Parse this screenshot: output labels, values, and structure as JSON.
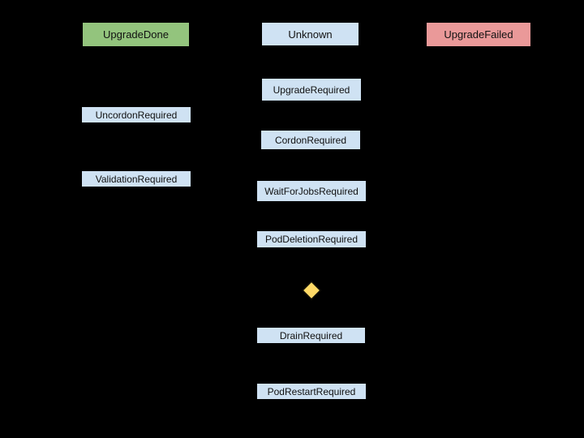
{
  "diagram": {
    "description": "Node upgrade state machine diagram on black background; connector arrows are black and not visible",
    "background_color": "#000000",
    "colors": {
      "done_fill": "#93c47d",
      "state_fill": "#cfe2f3",
      "failed_fill": "#ea9999",
      "decision_fill": "#ffd966",
      "border": "#000000",
      "text": "#111111"
    },
    "nodes": {
      "upgrade_done": {
        "label": "UpgradeDone"
      },
      "unknown": {
        "label": "Unknown"
      },
      "upgrade_failed": {
        "label": "UpgradeFailed"
      },
      "upgrade_required": {
        "label": "UpgradeRequired"
      },
      "uncordon_required": {
        "label": "UncordonRequired"
      },
      "cordon_required": {
        "label": "CordonRequired"
      },
      "validation_required": {
        "label": "ValidationRequired"
      },
      "wait_for_jobs_required": {
        "label": "WaitForJobsRequired"
      },
      "pod_deletion_required": {
        "label": "PodDeletionRequired"
      },
      "drain_required": {
        "label": "DrainRequired"
      },
      "pod_restart_required": {
        "label": "PodRestartRequired"
      },
      "decision": {
        "label": ""
      }
    }
  }
}
